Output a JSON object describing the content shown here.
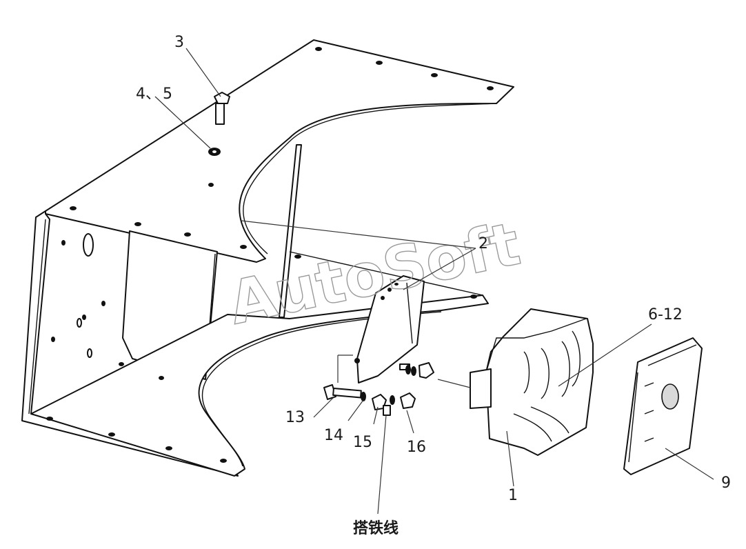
{
  "labels": {
    "l3": "3",
    "l4": "4、",
    "l5": "5",
    "l2": "2",
    "l6_12": "6-12",
    "l13": "13",
    "l14": "14",
    "l15": "15",
    "l16": "16",
    "l1": "1",
    "l9": "9",
    "ground_wire": "搭铁线"
  },
  "watermark": "AutoSoft"
}
